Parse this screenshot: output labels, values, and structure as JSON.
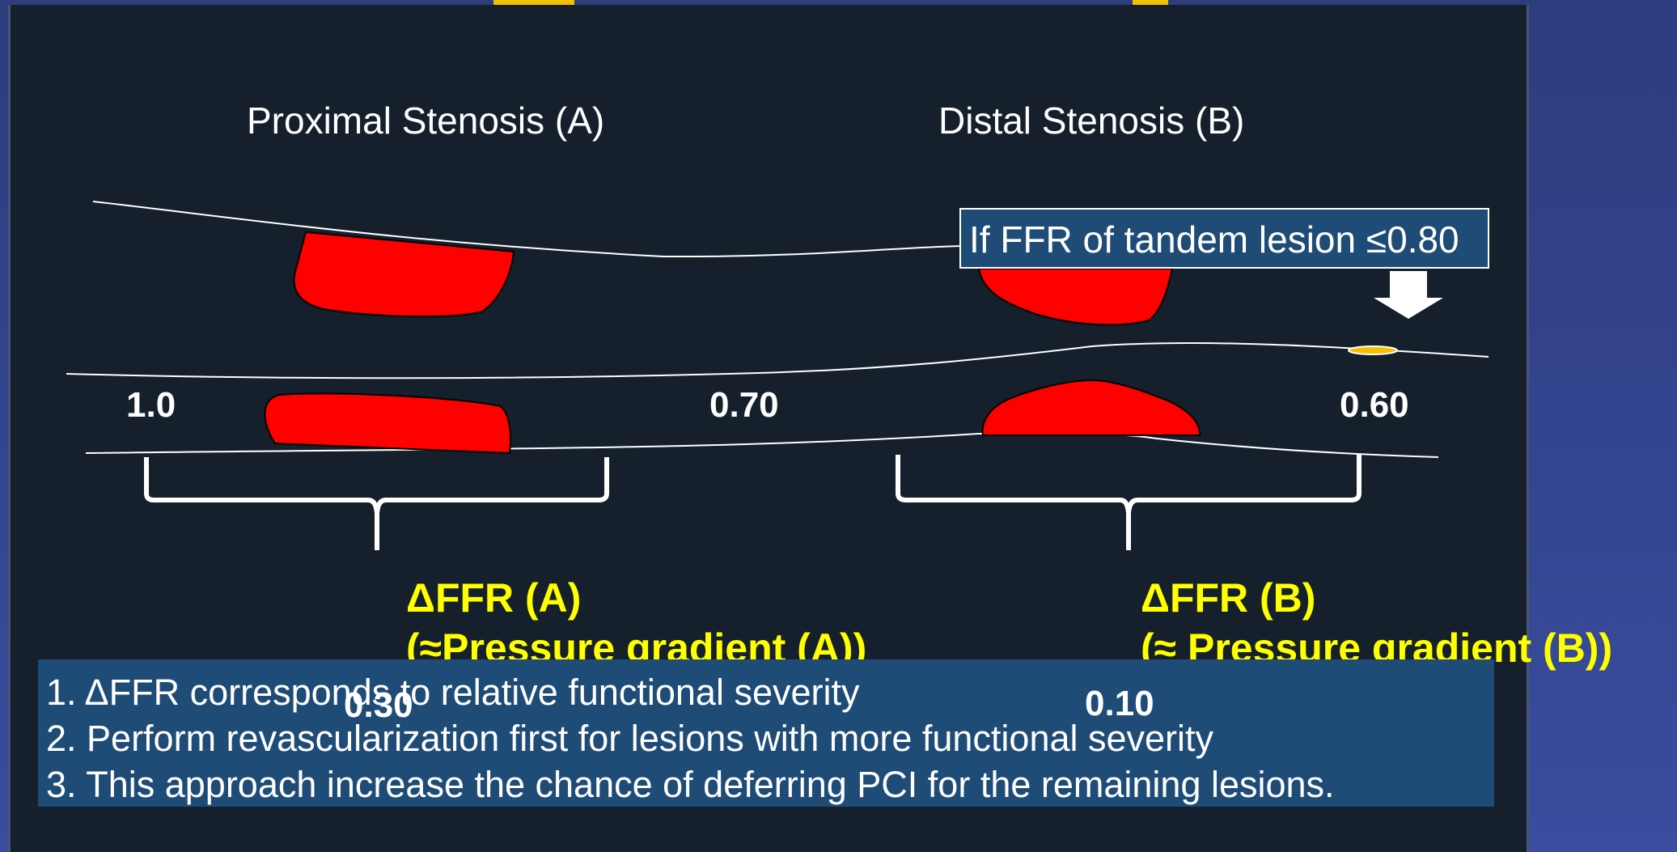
{
  "headings": {
    "proximal": "Proximal Stenosis (A)",
    "distal": "Distal Stenosis (B)"
  },
  "callout": "If FFR of tandem lesion ≤0.80",
  "ffr_values": {
    "start": "1.0",
    "middle": "0.70",
    "end": "0.60"
  },
  "delta_a": {
    "title": "ΔFFR (A)",
    "subtitle": "(≈Pressure gradient (A))",
    "value": "0.30"
  },
  "delta_b": {
    "title": "ΔFFR (B)",
    "subtitle": "(≈ Pressure gradient (B))",
    "value": "0.10"
  },
  "notes": [
    "1. ΔFFR corresponds to relative functional severity",
    "2. Perform revascularization first for lesions with more functional severity",
    "3. This approach increase the chance of deferring PCI for the remaining lesions."
  ],
  "colors": {
    "background": "#334590",
    "panel": "#15202c",
    "lesion": "#ff0000",
    "accent_text": "#ffff00",
    "note_box": "#1f4c77"
  }
}
